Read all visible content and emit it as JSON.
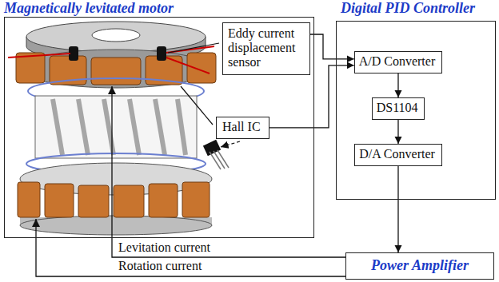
{
  "diagram": {
    "nodes": [
      {
        "text": [
          "Magnetically levitated motor"
        ]
      },
      {
        "text": [
          "Eddy current displacement sensor"
        ],
        "in": 0
      },
      {
        "text": [
          "Hall IC"
        ],
        "in": 0
      },
      {
        "text": [
          "Digital PID Controller"
        ]
      },
      {
        "text": [
          "A/D Converter"
        ],
        "in": 3
      },
      {
        "text": [
          "DS1104"
        ],
        "in": 3
      },
      {
        "text": [
          "D/A Converter"
        ],
        "in": 3
      },
      {
        "text": [
          "Power Amplifier"
        ]
      }
    ],
    "edges": [
      {
        "from": 1,
        "to": 4,
        "arrow": "to"
      },
      {
        "from": 2,
        "to": 4,
        "arrow": "to"
      },
      {
        "from": 4,
        "to": 5,
        "arrow": "to"
      },
      {
        "from": 5,
        "to": 6,
        "arrow": "to"
      },
      {
        "from": 6,
        "to": 7,
        "arrow": "to"
      }
    ],
    "labels": [
      "Levitation current",
      "Rotation current"
    ]
  }
}
